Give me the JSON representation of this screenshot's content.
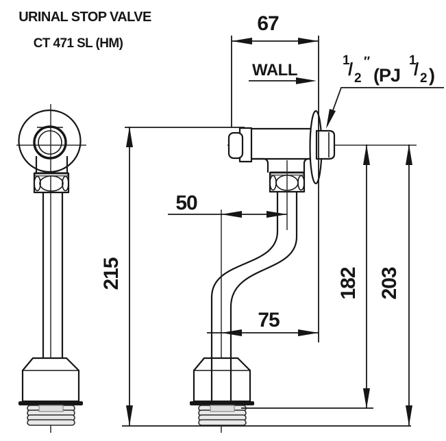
{
  "title": {
    "line1": "URINAL STOP VALVE",
    "line2": "CT 471 SL (HM)"
  },
  "dimensions": {
    "body_to_wall": "67",
    "wall_label": "WALL",
    "pipe_offset": "50",
    "inlet_height": "215",
    "outlet_to_wall": "75",
    "thread_top_height": "182",
    "total_height": "203"
  },
  "thread_spec": {
    "num1": "1",
    "slash1": "/",
    "den1": "2",
    "inch_mark": "″",
    "open": "(PJ",
    "num2": "1",
    "slash2": "/",
    "den2": "2",
    "close": ")"
  },
  "colors": {
    "line": "#161616",
    "thread_fill": "#e9e9e9",
    "background": "#ffffff"
  }
}
